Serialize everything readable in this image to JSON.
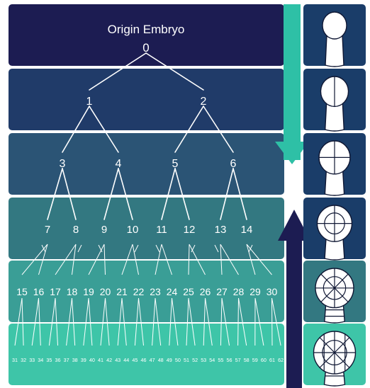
{
  "title": "Origin Embryo",
  "colors": {
    "bands": [
      "#1c1c52",
      "#203b69",
      "#2b5475",
      "#337881",
      "#3a9e96",
      "#3ec5a8"
    ],
    "arrow_down": "#2ec0a6",
    "arrow_up": "#1c1c52",
    "panel": "#1a3d69"
  },
  "levels": [
    [
      "0"
    ],
    [
      "1",
      "2"
    ],
    [
      "3",
      "4",
      "5",
      "6"
    ],
    [
      "7",
      "8",
      "9",
      "10",
      "11",
      "12",
      "13",
      "14"
    ],
    [
      "15",
      "16",
      "17",
      "18",
      "19",
      "20",
      "21",
      "22",
      "23",
      "24",
      "25",
      "26",
      "27",
      "28",
      "29",
      "30"
    ],
    [
      "31",
      "32",
      "33",
      "34",
      "35",
      "36",
      "37",
      "38",
      "39",
      "40",
      "41",
      "42",
      "43",
      "44",
      "45",
      "46",
      "47",
      "48",
      "49",
      "50",
      "51",
      "52",
      "53",
      "54",
      "55",
      "56",
      "57",
      "58",
      "59",
      "60",
      "61",
      "62"
    ]
  ],
  "side_panels": [
    {
      "stage_icon": "embryo-1-cell-icon"
    },
    {
      "stage_icon": "embryo-2-cell-icon"
    },
    {
      "stage_icon": "embryo-4-cell-icon"
    },
    {
      "stage_icon": "embryo-8-cell-icon"
    },
    {
      "stage_icon": "embryo-16-cell-icon"
    },
    {
      "stage_icon": "embryo-32-cell-icon"
    }
  ]
}
